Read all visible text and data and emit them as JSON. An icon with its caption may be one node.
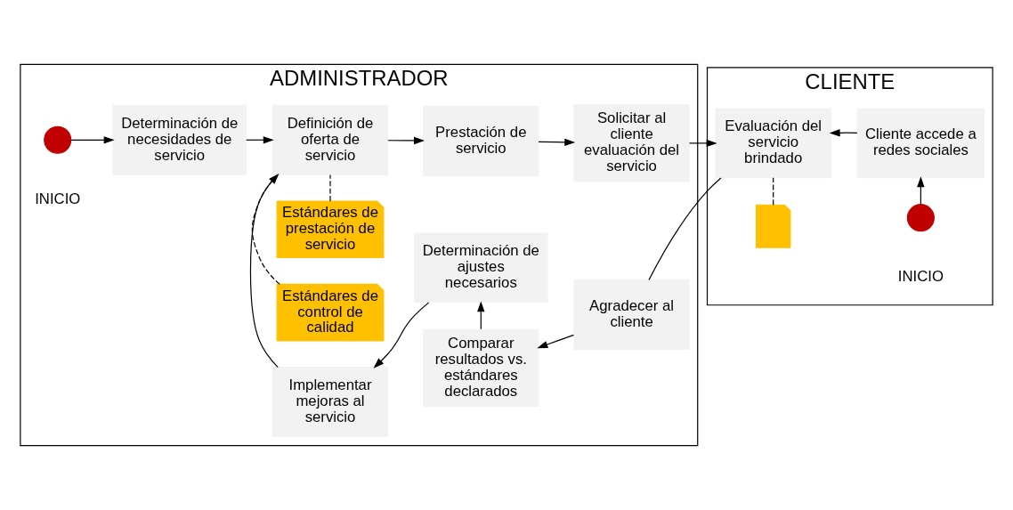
{
  "diagram": {
    "nodes": [
      {
        "text": [
          "ADMINISTRADOR"
        ]
      },
      {
        "text": [
          "CLIENTE"
        ]
      },
      {
        "text": [],
        "shape": "circle",
        "beside": [
          "INICIO"
        ],
        "in": 0
      },
      {
        "text": [
          "Determinación de necesidades de servicio"
        ],
        "in": 0
      },
      {
        "text": [
          "Estándares de prestación de servicio"
        ],
        "in": 0
      },
      {
        "text": [
          "Estándares de control de calidad"
        ],
        "in": 0
      },
      {
        "text": [
          "Definición de oferta de servicio"
        ],
        "in": 0
      },
      {
        "text": [
          "Prestación de servicio"
        ],
        "in": 0
      },
      {
        "text": [
          "Solicitar al cliente evaluación del servicio"
        ],
        "in": 0
      },
      {
        "text": [
          "Comparar resultados vs. estándares declarados"
        ],
        "in": 0
      },
      {
        "text": [
          "Agradecer al cliente"
        ],
        "in": 0
      },
      {
        "text": [
          "Implementar mejoras al servicio"
        ],
        "in": 0
      },
      {
        "text": [
          "Determinación de ajustes necesarios"
        ],
        "in": 0
      },
      {
        "text": [],
        "shape": "document",
        "in": 1
      },
      {
        "text": [],
        "shape": "circle",
        "beside": [
          "INICIO"
        ],
        "in": 1
      },
      {
        "text": [
          "Evaluación del servicio brindado"
        ],
        "in": 1
      },
      {
        "text": [
          "Cliente accede a redes sociales"
        ],
        "in": 1
      }
    ],
    "edges": [
      {
        "from": 2,
        "to": 3,
        "arrow": "to"
      },
      {
        "from": 3,
        "to": 6,
        "arrow": "to"
      },
      {
        "from": 4,
        "to": 6,
        "arrow": "none",
        "style": "dashed"
      },
      {
        "from": 5,
        "to": 6,
        "arrow": "none",
        "style": "dashed"
      },
      {
        "from": 6,
        "to": 7,
        "arrow": "to"
      },
      {
        "from": 7,
        "to": 8,
        "arrow": "to"
      },
      {
        "from": 8,
        "to": 15,
        "arrow": "to"
      },
      {
        "from": 13,
        "to": 15,
        "arrow": "none",
        "style": "dashed"
      },
      {
        "from": 14,
        "to": 16,
        "arrow": "to"
      },
      {
        "from": 16,
        "to": 15,
        "arrow": "to"
      },
      {
        "from": 15,
        "to": 10,
        "arrow": "none"
      },
      {
        "from": 10,
        "to": 9,
        "arrow": "to"
      },
      {
        "from": 9,
        "to": 12,
        "arrow": "to"
      },
      {
        "from": 12,
        "to": 11,
        "arrow": "to"
      },
      {
        "from": 11,
        "to": 6,
        "arrow": "to"
      }
    ]
  }
}
